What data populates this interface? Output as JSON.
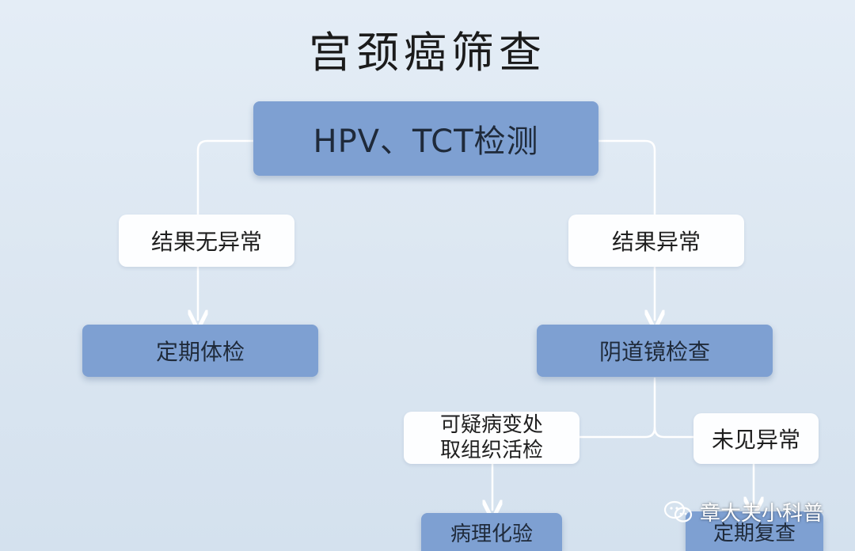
{
  "title": "宫颈癌筛查",
  "nodes": {
    "top": "HPV、TCT检测",
    "left_condition": "结果无异常",
    "right_condition": "结果异常",
    "left_result": "定期体检",
    "colposcopy": "阴道镜检查",
    "suspicious_line1": "可疑病变处",
    "suspicious_line2": "取组织活检",
    "no_abnormal": "未见异常",
    "pathology": "病理化验",
    "followup": "定期复查"
  },
  "watermark": "章大夫小科普",
  "colors": {
    "box_fill": "#7ea0d2",
    "label_fill": "#fdfeff",
    "connector": "#ffffff"
  }
}
